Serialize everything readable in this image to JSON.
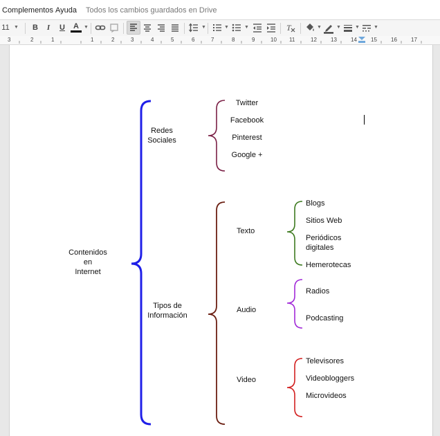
{
  "menubar": {
    "items": [
      "Complementos",
      "Ayuda"
    ],
    "save_status": "Todos los cambios guardados en Drive"
  },
  "toolbar": {
    "font_size": "11",
    "bold_glyph": "B",
    "italic_glyph": "I",
    "underline_glyph": "U",
    "text_color_glyph": "A",
    "text_color": "#000000",
    "icons": [
      "bold-icon",
      "italic-icon",
      "underline-icon",
      "text-color-icon",
      "link-icon",
      "comment-icon",
      "align-left-icon",
      "align-center-icon",
      "align-right-icon",
      "align-justify-icon",
      "line-spacing-icon",
      "numbered-list-icon",
      "bulleted-list-icon",
      "decrease-indent-icon",
      "increase-indent-icon",
      "clear-formatting-icon",
      "fill-color-icon",
      "border-color-icon",
      "border-weight-icon",
      "border-dash-icon"
    ],
    "active": "align-left-icon"
  },
  "ruler": {
    "numbers": [
      "3",
      "2",
      "1",
      "1",
      "2",
      "3",
      "4",
      "5",
      "6",
      "7",
      "8",
      "9",
      "10",
      "11",
      "12",
      "13",
      "14",
      "15",
      "16",
      "17"
    ]
  },
  "diagram": {
    "root": "Contenidos\nen\nInternet",
    "redes": {
      "label": "Redes\nSociales",
      "items": [
        "Twitter",
        "Facebook",
        "Pinterest",
        "Google +"
      ]
    },
    "tipos": {
      "label": "Tipos de\nInformación",
      "texto": {
        "label": "Texto",
        "items": [
          "Blogs",
          "Sitios Web",
          "Periódicos\ndigitales",
          "Hemerotecas"
        ]
      },
      "audio": {
        "label": "Audio",
        "items": [
          "Radios",
          "Podcasting"
        ]
      },
      "video": {
        "label": "Video",
        "items": [
          "Televisores",
          "Videobloggers",
          "Microvideos"
        ]
      }
    },
    "colors": {
      "root_bracket": "#1f1fe8",
      "redes_bracket": "#7a1f45",
      "tipos_bracket": "#6b1f12",
      "texto_bracket": "#3d7a1f",
      "audio_bracket": "#a12ad8",
      "video_bracket": "#d21f1f"
    }
  }
}
